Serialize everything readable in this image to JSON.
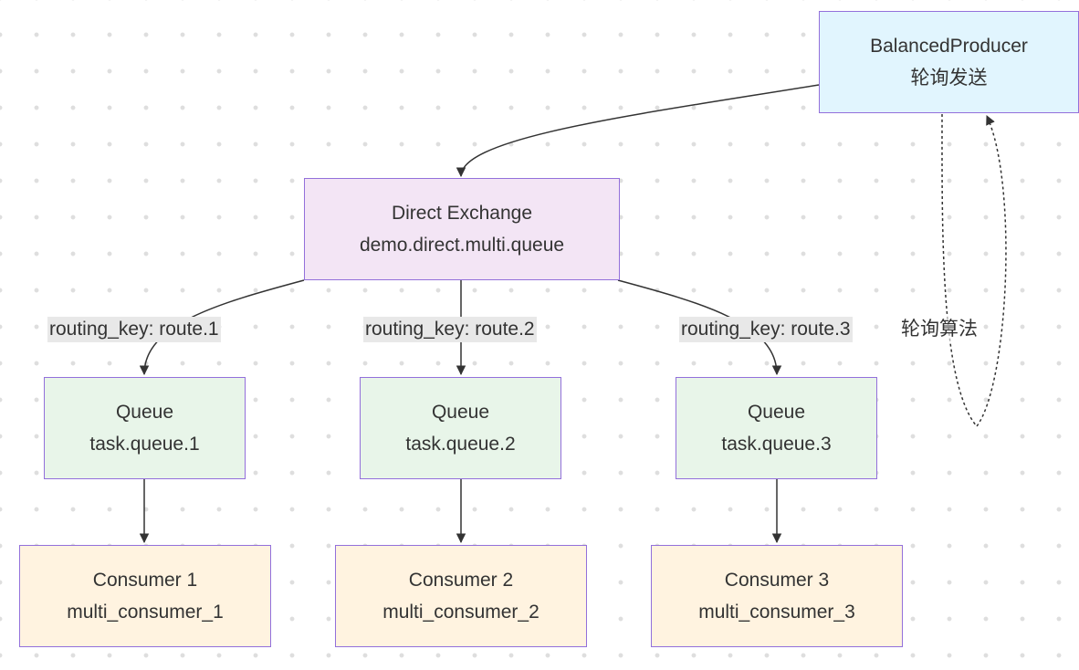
{
  "nodes": {
    "producer": {
      "title": "BalancedProducer",
      "subtitle": "轮询发送"
    },
    "exchange": {
      "title": "Direct Exchange",
      "subtitle": "demo.direct.multi.queue"
    },
    "queues": [
      {
        "title": "Queue",
        "subtitle": "task.queue.1"
      },
      {
        "title": "Queue",
        "subtitle": "task.queue.2"
      },
      {
        "title": "Queue",
        "subtitle": "task.queue.3"
      }
    ],
    "consumers": [
      {
        "title": "Consumer 1",
        "subtitle": "multi_consumer_1"
      },
      {
        "title": "Consumer 2",
        "subtitle": "multi_consumer_2"
      },
      {
        "title": "Consumer 3",
        "subtitle": "multi_consumer_3"
      }
    ]
  },
  "edges": {
    "routing_labels": [
      "routing_key: route.1",
      "routing_key: route.2",
      "routing_key: route.3"
    ],
    "loop_label": "轮询算法"
  },
  "colors": {
    "producer_fill": "#e1f5fe",
    "exchange_fill": "#f3e5f5",
    "queue_fill": "#e8f5e9",
    "consumer_fill": "#fff3e0",
    "node_border": "#9370db",
    "edge": "#333333",
    "label_bg": "#e8e8e8"
  }
}
